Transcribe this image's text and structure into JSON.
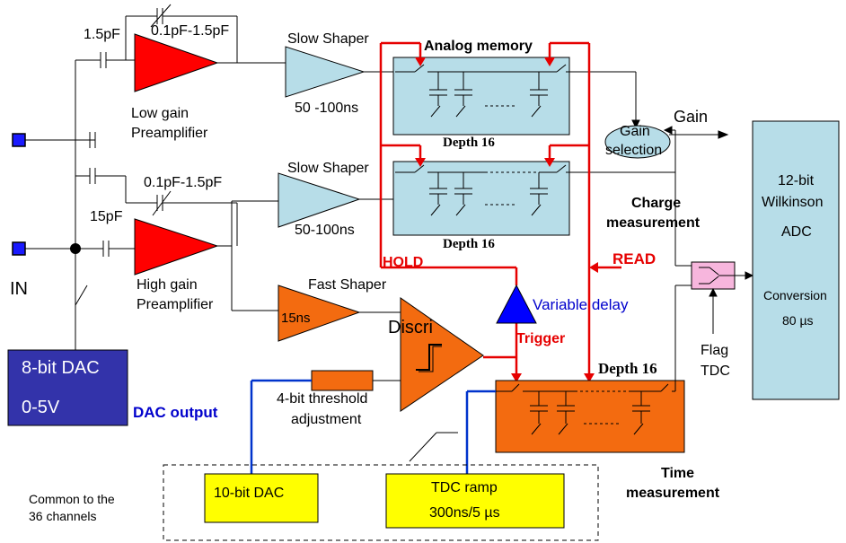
{
  "labels": {
    "cap_1_5pf": "1.5pF",
    "feedback_cap_top": "0.1pF-1.5pF",
    "feedback_cap_bottom": "0.1pF-1.5pF",
    "cap_15pf": "15pF",
    "low_gain_preamp_1": "Low gain",
    "low_gain_preamp_2": "Preamplifier",
    "high_gain_preamp_1": "High gain",
    "high_gain_preamp_2": "Preamplifier",
    "slow_shaper_top": "Slow Shaper",
    "slow_shaper_top_time": "50 -100ns",
    "slow_shaper_bottom": "Slow Shaper",
    "slow_shaper_bottom_time": "50-100ns",
    "fast_shaper": "Fast Shaper",
    "fast_shaper_time": "15ns",
    "analog_memory": "Analog memory",
    "depth_top": "Depth 16",
    "depth_mid": "Depth 16",
    "depth_tdc": "Depth 16",
    "gain_selection_1": "Gain",
    "gain_selection_2": "selection",
    "gain": "Gain",
    "charge_measurement_1": "Charge",
    "charge_measurement_2": "measurement",
    "hold": "HOLD",
    "read": "READ",
    "variable_delay": "Variable delay",
    "trigger": "Trigger",
    "discri": "Discri",
    "threshold_1": "4-bit threshold",
    "threshold_2": "adjustment",
    "in": "IN",
    "dac_8bit_1": "8-bit DAC",
    "dac_8bit_2": "0-5V",
    "dac_output": "DAC output",
    "adc_1": "12-bit",
    "adc_2": "Wilkinson",
    "adc_3": "ADC",
    "conversion_1": "Conversion",
    "conversion_2": "80 µs",
    "flag_tdc_1": "Flag",
    "flag_tdc_2": "TDC",
    "dac_10bit": "10-bit DAC",
    "tdc_ramp_1": "TDC ramp",
    "tdc_ramp_2": "300ns/5 µs",
    "time_measurement_1": "Time",
    "time_measurement_2": "measurement",
    "common_1": "Common to the",
    "common_2": "36 channels"
  },
  "colors": {
    "preamp": "#ff0000",
    "slow_shaper": "#b7dde8",
    "memory": "#b7dde8",
    "fast_shaper": "#f36b10",
    "tdc_memory": "#f36b10",
    "dac_8bit": "#3333aa",
    "adc": "#b7dde8",
    "yellow_box": "#ffff00",
    "switch_box": "#f7b6dd",
    "control_lines": "#e60000",
    "dac_lines": "#0033cc",
    "delay": "#0000ff"
  }
}
